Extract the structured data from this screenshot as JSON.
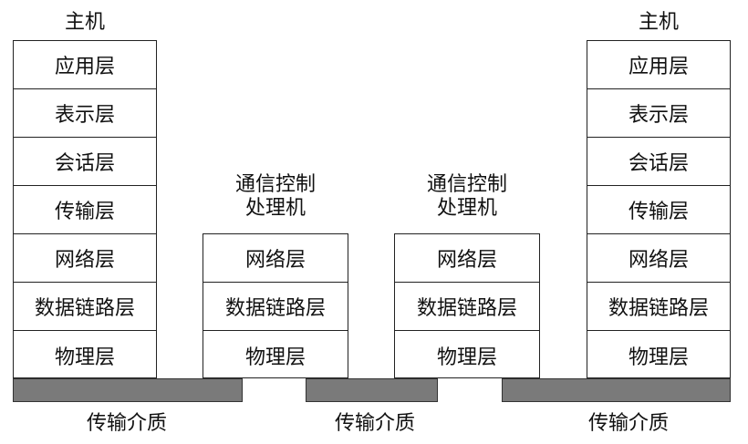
{
  "hosts": {
    "left": {
      "title": "主机",
      "layers": [
        "应用层",
        "表示层",
        "会话层",
        "传输层",
        "网络层",
        "数据链路层",
        "物理层"
      ]
    },
    "right": {
      "title": "主机",
      "layers": [
        "应用层",
        "表示层",
        "会话层",
        "传输层",
        "网络层",
        "数据链路层",
        "物理层"
      ]
    }
  },
  "processors": [
    {
      "title_line1": "通信控制",
      "title_line2": "处理机",
      "layers": [
        "网络层",
        "数据链路层",
        "物理层"
      ]
    },
    {
      "title_line1": "通信控制",
      "title_line2": "处理机",
      "layers": [
        "网络层",
        "数据链路层",
        "物理层"
      ]
    }
  ],
  "media": {
    "labels": [
      "传输介质",
      "传输介质",
      "传输介质"
    ],
    "fill_color": "#7a7a7a"
  }
}
